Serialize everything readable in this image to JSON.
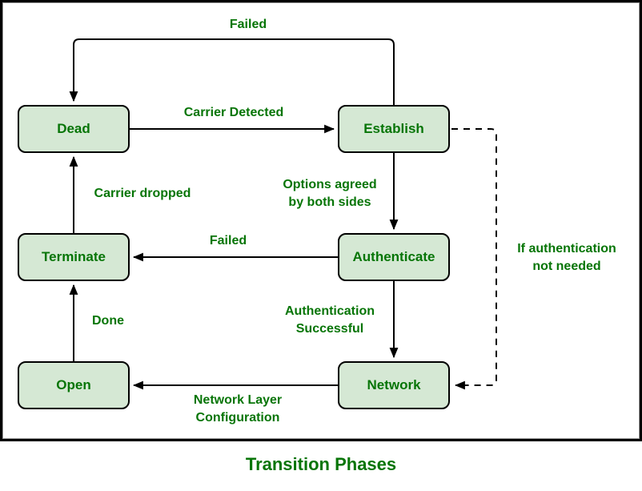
{
  "title": "Transition Phases",
  "colors": {
    "background": "#ffffff",
    "frame_border": "#000000",
    "box_fill": "#d5e8d4",
    "box_border": "#000000",
    "text_green": "#077507",
    "arrow_line": "#000000"
  },
  "states": [
    {
      "id": "dead",
      "label": "Dead"
    },
    {
      "id": "establish",
      "label": "Establish"
    },
    {
      "id": "terminate",
      "label": "Terminate"
    },
    {
      "id": "authenticate",
      "label": "Authenticate"
    },
    {
      "id": "open",
      "label": "Open"
    },
    {
      "id": "network",
      "label": "Network"
    }
  ],
  "transitions": [
    {
      "from": "Establish",
      "to": "Dead",
      "label": "Failed",
      "style": "solid"
    },
    {
      "from": "Dead",
      "to": "Establish",
      "label": "Carrier Detected",
      "style": "solid"
    },
    {
      "from": "Terminate",
      "to": "Dead",
      "label": "Carrier dropped",
      "style": "solid"
    },
    {
      "from": "Establish",
      "to": "Authenticate",
      "label_lines": [
        "Options agreed",
        "by both sides"
      ],
      "style": "solid"
    },
    {
      "from": "Authenticate",
      "to": "Terminate",
      "label": "Failed",
      "style": "solid"
    },
    {
      "from": "Authenticate",
      "to": "Network",
      "label_lines": [
        "Authentication",
        "Successful"
      ],
      "style": "solid"
    },
    {
      "from": "Open",
      "to": "Terminate",
      "label": "Done",
      "style": "solid"
    },
    {
      "from": "Network",
      "to": "Open",
      "label_lines": [
        "Network Layer",
        "Configuration"
      ],
      "style": "solid"
    },
    {
      "from": "Establish",
      "to": "Network",
      "label_lines": [
        "If authentication",
        "not needed"
      ],
      "style": "dashed"
    }
  ]
}
